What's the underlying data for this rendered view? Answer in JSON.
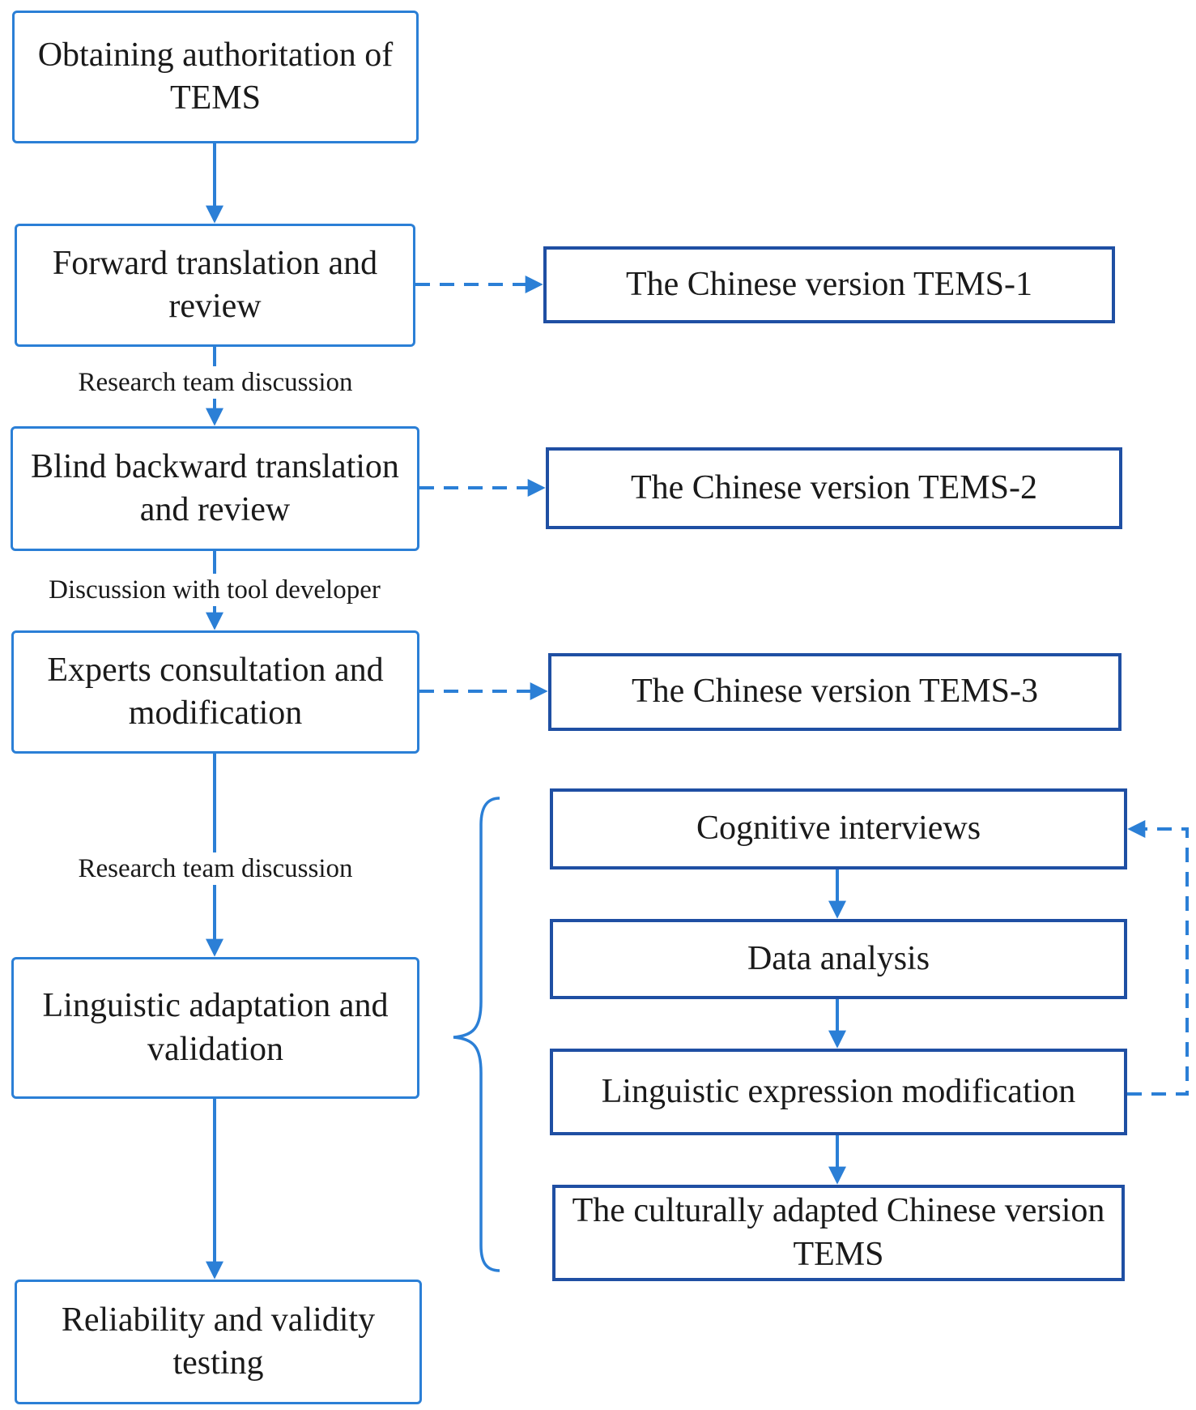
{
  "colors": {
    "arrow": "#2b7fd6",
    "left_border": "#2b7fd6",
    "right_border": "#1f4fa3",
    "text": "#1a1a1a"
  },
  "steps": {
    "authorization": "Obtaining authoritation of TEMS",
    "forward": "Forward translation and review",
    "backward": "Blind backward translation and review",
    "experts": "Experts consultation and modification",
    "linguistic": "Linguistic adaptation and validation",
    "reliability": "Reliability and validity testing"
  },
  "versions": {
    "v1": "The Chinese version TEMS-1",
    "v2": "The Chinese version TEMS-2",
    "v3": "The Chinese version TEMS-3"
  },
  "substeps": {
    "cognitive": "Cognitive interviews",
    "analysis": "Data analysis",
    "modification": "Linguistic expression modification",
    "final": "The culturally adapted Chinese version TEMS"
  },
  "edge_labels": {
    "team_discussion_1": "Research team discussion",
    "developer_discussion": "Discussion with tool developer",
    "team_discussion_2": "Research team discussion"
  }
}
